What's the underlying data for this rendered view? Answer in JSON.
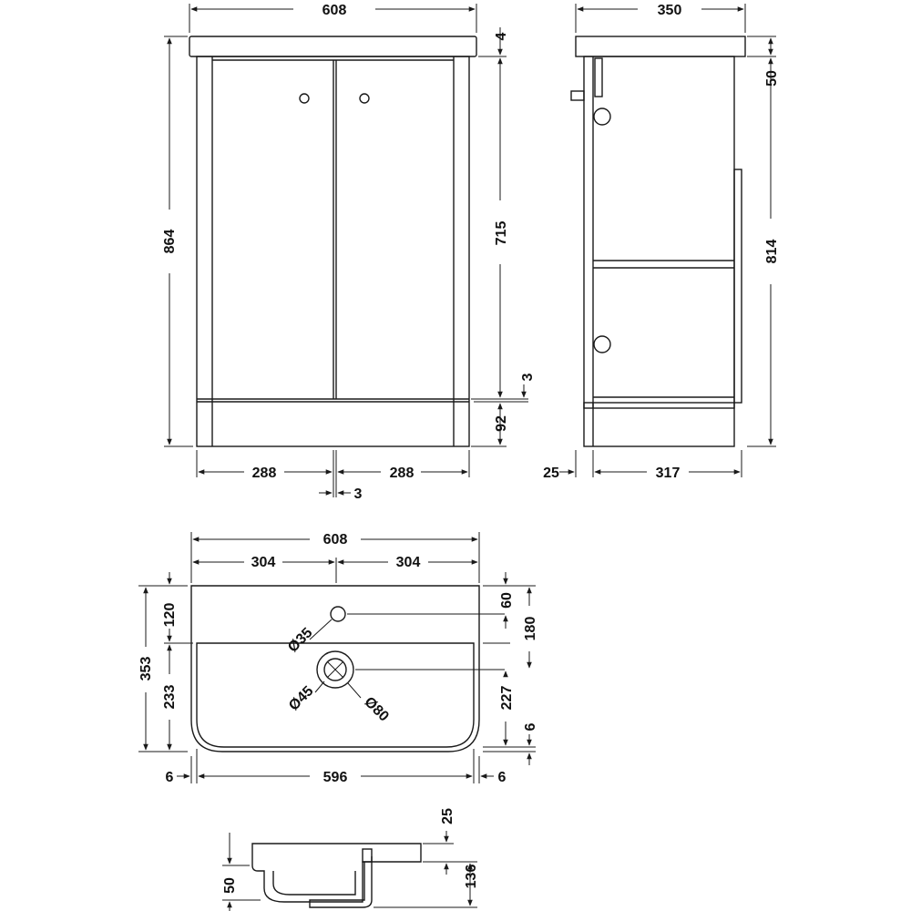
{
  "drawing": {
    "front": {
      "width_top": "608",
      "top_gap": "4",
      "overall_height": "864",
      "door_height": "715",
      "plinth_gap": "3",
      "plinth_height": "92",
      "door_left": "288",
      "door_right": "288",
      "door_gap": "3"
    },
    "side": {
      "depth_top": "350",
      "top_thickness": "50",
      "carcass_height": "814",
      "plinth_setback": "25",
      "carcass_depth": "317"
    },
    "basin_plan": {
      "overall_width": "608",
      "half_left": "304",
      "half_right": "304",
      "overall_depth": "353",
      "rim_depth": "120",
      "bowl_depth": "233",
      "tap_hole_offset": "60",
      "waste_offset": "180",
      "waste_to_front": "227",
      "front_return": "6",
      "tap_hole_dia": "Ø35",
      "waste_inner_dia": "Ø45",
      "waste_outer_dia": "Ø80",
      "side_left": "6",
      "bowl_width": "596",
      "side_right": "6"
    },
    "basin_section": {
      "rim_thickness": "25",
      "total_height": "136",
      "bowl_height": "50"
    }
  }
}
